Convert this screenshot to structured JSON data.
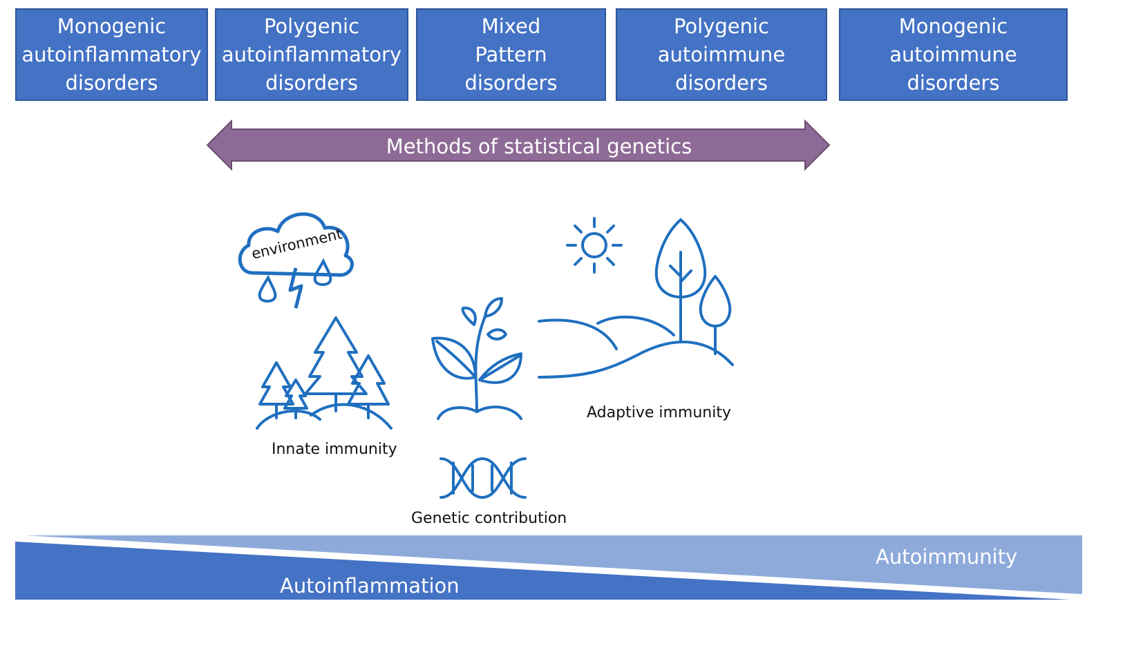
{
  "categories": [
    {
      "id": "mono-autoinflammatory",
      "label": "Monogenic\nautoinflammatory\ndisorders"
    },
    {
      "id": "poly-autoinflammatory",
      "label": "Polygenic\nautoinflammatory\ndisorders"
    },
    {
      "id": "mixed-pattern",
      "label": "Mixed\nPattern\ndisorders"
    },
    {
      "id": "poly-autoimmune",
      "label": "Polygenic\nautoimmune\ndisorders"
    },
    {
      "id": "mono-autoimmune",
      "label": "Monogenic\nautoimmune\ndisorders"
    }
  ],
  "methods_arrow": {
    "label": "Methods of statistical genetics"
  },
  "environment": {
    "label": "environment"
  },
  "captions": {
    "innate": "Innate immunity",
    "adaptive": "Adaptive immunity",
    "genetic": "Genetic contribution"
  },
  "spectrum": {
    "left_label": "Autoinflammation",
    "right_label": "Autoimmunity"
  },
  "colors": {
    "box_fill": "#4472c4",
    "box_border": "#2f5597",
    "arrow_fill": "#8e6b96",
    "icon_stroke": "#1f6fbf",
    "band_dark": "#4472c4",
    "band_light": "#8eaadb"
  }
}
